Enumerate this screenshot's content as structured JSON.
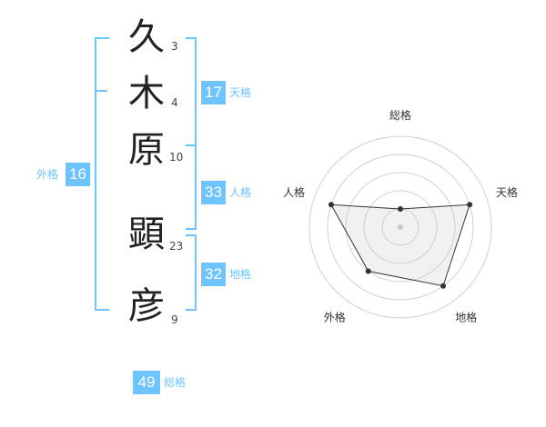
{
  "name": {
    "characters": [
      {
        "char": "久",
        "strokes": "3"
      },
      {
        "char": "木",
        "strokes": "4"
      },
      {
        "char": "原",
        "strokes": "10"
      },
      {
        "char": "顕",
        "strokes": "23"
      },
      {
        "char": "彦",
        "strokes": "9"
      }
    ]
  },
  "fortune": {
    "tenkaku": {
      "value": "17",
      "label": "天格"
    },
    "jinkaku": {
      "value": "33",
      "label": "人格"
    },
    "chikaku": {
      "value": "32",
      "label": "地格"
    },
    "gaikaku": {
      "value": "16",
      "label": "外格"
    },
    "soukaku": {
      "value": "49",
      "label": "総格"
    }
  },
  "chart_data": {
    "type": "radar",
    "axes": [
      "総格",
      "天格",
      "地格",
      "外格",
      "人格"
    ],
    "values": [
      1,
      4,
      4,
      3,
      4
    ],
    "max": 5,
    "grid": true
  }
}
